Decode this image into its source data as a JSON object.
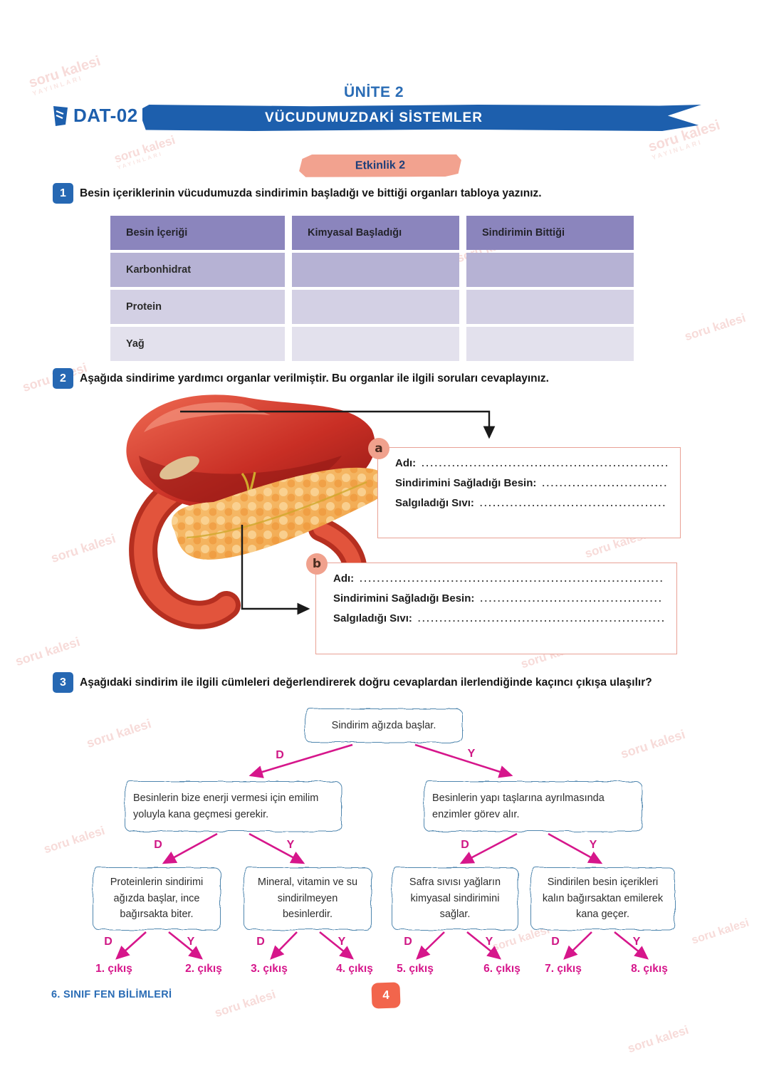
{
  "watermark": {
    "text": "soru kalesi",
    "subtext": "YAYINLARI"
  },
  "header": {
    "unit_label": "ÜNİTE 2",
    "banner_title": "VÜCUDUMUZDAKİ SİSTEMLER",
    "doc_code": "DAT-02",
    "activity_badge": "Etkinlik 2"
  },
  "q1": {
    "number": "1",
    "text": "Besin içeriklerinin vücudumuzda sindirimin başladığı ve bittiği organları tabloya yazınız.",
    "table": {
      "headers": [
        "Besin İçeriği",
        "Kimyasal Başladığı",
        "Sindirimin Bittiği"
      ],
      "rows": [
        "Karbonhidrat",
        "Protein",
        "Yağ"
      ]
    }
  },
  "q2": {
    "number": "2",
    "text": "Aşağıda sindirime yardımcı organlar verilmiştir. Bu organlar ile ilgili soruları cevaplayınız.",
    "box_a_label": "a",
    "box_b_label": "b",
    "fields": {
      "name": "Adı:",
      "food": "Sindirimini Sağladığı Besin:",
      "fluid": "Salgıladığı Sıvı:"
    },
    "dots": "........................................................................................................................................"
  },
  "q3": {
    "number": "3",
    "text": "Aşağıdaki sindirim ile ilgili cümleleri değerlendirerek doğru cevaplardan ilerlendiğinde kaçıncı çıkışa ulaşılır?",
    "flow": {
      "root": "Sindirim ağızda başlar.",
      "level2": [
        "Besinlerin bize enerji vermesi için emilim yoluyla kana geçmesi gerekir.",
        "Besinlerin yapı taşlarına ayrılmasında enzimler görev alır."
      ],
      "level3": [
        "Proteinlerin sindirimi ağızda başlar, ince bağırsakta biter.",
        "Mineral, vitamin ve su sindirilmeyen besinlerdir.",
        "Safra sıvısı yağların kimyasal sindirimini sağlar.",
        "Sindirilen besin içerikleri kalın bağırsaktan emilerek kana geçer."
      ],
      "d": "D",
      "y": "Y",
      "exits": [
        "1. çıkış",
        "2. çıkış",
        "3. çıkış",
        "4. çıkış",
        "5. çıkış",
        "6. çıkış",
        "7. çıkış",
        "8. çıkış"
      ]
    }
  },
  "footer": {
    "left": "6. SINIF FEN BİLİMLERİ",
    "page": "4"
  }
}
